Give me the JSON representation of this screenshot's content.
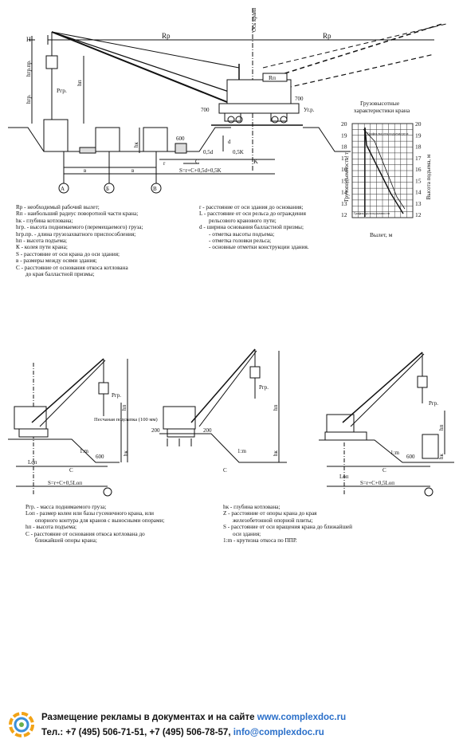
{
  "top_diagram": {
    "labels": {
      "rp_top": "Rp",
      "rp_top2": "Rp",
      "axis_crane": "Ось крана",
      "h_mark": "H",
      "hgr_pr": "hгр.пр.",
      "hgr": "hгр.",
      "p_gr": "Ргр.",
      "hp": "hп",
      "rp_small": "Rп",
      "dim_700a": "700",
      "dim_700b": "700",
      "rail_mark": "Уг.р.",
      "dim_600": "600",
      "hk": "hк",
      "dim_d": "d",
      "dim_r": "r",
      "dim_05d": "0,5d",
      "dim_c": "C",
      "dim_05k": "0,5K",
      "dim_k": "K",
      "dim_s": "S=r+C+0,5d+0,5K",
      "dim_v1": "в",
      "dim_v2": "в",
      "axis_a": "А",
      "axis_b": "Б",
      "axis_v": "В"
    }
  },
  "load_chart": {
    "title_line1": "Грузовысотные",
    "title_line2": "характеристики крана",
    "y_left_label": "Грузоподъемность, т",
    "y_right_label": "Высота подъема, м",
    "x_label": "Вылет, м",
    "curve_top_label": "График высоты подъема груза",
    "curve_bottom_label": "График грузоподъемности",
    "ticks": [
      "20",
      "19",
      "18",
      "17",
      "16",
      "15",
      "14",
      "13",
      "12"
    ]
  },
  "legend_top_left": [
    "Rp - необходимый рабочий вылет;",
    "Rп - наибольший радиус поворотной части крана;",
    "hк - глубина котлована;",
    "hгр. - высота поднимаемого (перемещаемого) груза;",
    "hгр.пр. - длина грузозахватного приспособления;",
    "hп - высота подъема;",
    "К - колея пути крана;",
    "S - расстояние от оси крана до оси здания;",
    "в - размеры между осями здания;",
    "С - расстояние от основания откоса котлована",
    "до края балластной призмы;"
  ],
  "legend_top_right": [
    "r - расстояние от оси здания до основания;",
    "L - расстояние от оси рельса до ограждения",
    "рельсового кранового пути;",
    "d - ширина основания балластной призмы;",
    "- отметка высоты подъема;",
    "- отметка головки рельса;",
    "- основные отметки конструкции здания."
  ],
  "bottom_diagrams": {
    "labels": {
      "pgr1": "Ргр.",
      "hn1": "hп",
      "lon1": "Lоп",
      "m1": "1:m",
      "d600a": "600",
      "hk1": "hк",
      "c1": "C",
      "s1": "S=r+C+0,5Lоп",
      "pgr2": "Ргр.",
      "sand": "Песчаная подсыпка (100 мм)",
      "d200a": "200",
      "d200b": "200",
      "hn2": "hп",
      "m2": "1:m",
      "hk2": "hк",
      "c2": "C",
      "pgr3": "Ргр.",
      "hn3": "hп",
      "lon3": "Lоп",
      "m3": "1:m",
      "d600b": "600",
      "hk3": "hк",
      "c3": "C",
      "s3": "S=r+C+0,5Lоп"
    }
  },
  "legend_bottom_left": [
    "Ргр. - масса поднимаемого груза;",
    "Lоп - размер колеи или базы гусеничного крана, или",
    "опорного контура для кранов с выносными опорами;",
    "hп - высота подъема;",
    "С - расстояние от основания откоса котлована до",
    "ближайшей опоры крана;"
  ],
  "legend_bottom_right": [
    "hк - глубина котлована;",
    "Z - расстояние от опоры крана до края",
    "железобетонной опорной плиты;",
    "S - расстояние от оси вращения крана до ближайшей",
    "оси здания;",
    "1:m - крутизна откоса по ППР."
  ],
  "footer": {
    "line1_text": "Размещение рекламы в документах и на сайте ",
    "line1_link": "www.complexdoc.ru",
    "line2_text": "Тел.: +7 (495) 506-71-51, +7 (495) 506-78-57, ",
    "line2_link": "info@complexdoc.ru",
    "link_color": "#2a6fc9"
  }
}
